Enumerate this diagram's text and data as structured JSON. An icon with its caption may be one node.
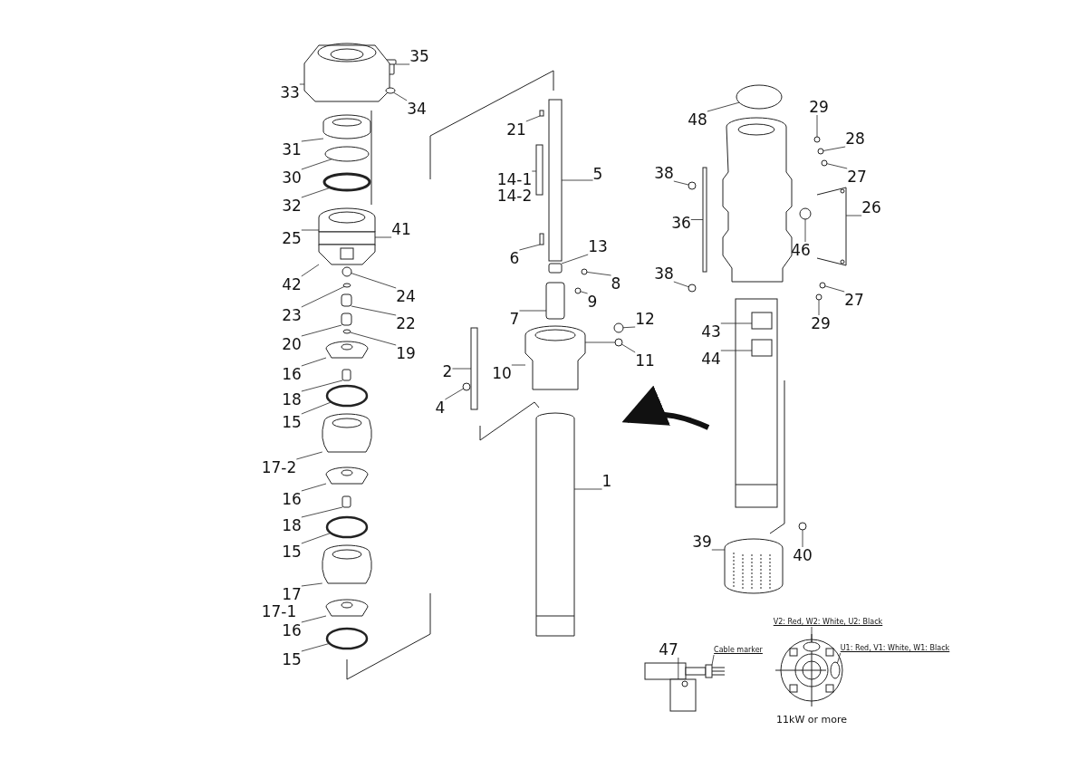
{
  "diagram": {
    "nodes": [
      {
        "text": [
          "35"
        ]
      },
      {
        "text": [
          "33"
        ]
      },
      {
        "text": [
          "34"
        ]
      },
      {
        "text": [
          "31"
        ]
      },
      {
        "text": [
          "30"
        ]
      },
      {
        "text": [
          "32"
        ]
      },
      {
        "text": [
          "25"
        ]
      },
      {
        "text": [
          "41"
        ]
      },
      {
        "text": [
          "42"
        ]
      },
      {
        "text": [
          "24"
        ]
      },
      {
        "text": [
          "23"
        ]
      },
      {
        "text": [
          "22"
        ]
      },
      {
        "text": [
          "20"
        ]
      },
      {
        "text": [
          "19"
        ]
      },
      {
        "text": [
          "16"
        ]
      },
      {
        "text": [
          "18"
        ]
      },
      {
        "text": [
          "15"
        ]
      },
      {
        "text": [
          "17-2"
        ]
      },
      {
        "text": [
          "16"
        ]
      },
      {
        "text": [
          "18"
        ]
      },
      {
        "text": [
          "15"
        ]
      },
      {
        "text": [
          "17"
        ]
      },
      {
        "text": [
          "16"
        ]
      },
      {
        "text": [
          "15"
        ]
      },
      {
        "text": [
          "21"
        ]
      },
      {
        "text": [
          "14-1",
          "14-2"
        ]
      },
      {
        "text": [
          "5"
        ]
      },
      {
        "text": [
          "6"
        ]
      },
      {
        "text": [
          "13"
        ]
      },
      {
        "text": [
          "8"
        ]
      },
      {
        "text": [
          "9"
        ]
      },
      {
        "text": [
          "7"
        ]
      },
      {
        "text": [
          "12"
        ]
      },
      {
        "text": [
          "10"
        ]
      },
      {
        "text": [
          "11"
        ]
      },
      {
        "text": [
          "2"
        ]
      },
      {
        "text": [
          "4"
        ]
      },
      {
        "text": [
          "1"
        ]
      },
      {
        "text": [
          "48"
        ]
      },
      {
        "text": [
          "29"
        ]
      },
      {
        "text": [
          "28"
        ]
      },
      {
        "text": [
          "27"
        ]
      },
      {
        "text": [
          "38"
        ]
      },
      {
        "text": [
          "36"
        ]
      },
      {
        "text": [
          "26"
        ]
      },
      {
        "text": [
          "46"
        ]
      },
      {
        "text": [
          "38"
        ]
      },
      {
        "text": [
          "27"
        ]
      },
      {
        "text": [
          "29"
        ]
      },
      {
        "text": [
          "43"
        ]
      },
      {
        "text": [
          "44"
        ]
      },
      {
        "text": [
          "39"
        ]
      },
      {
        "text": [
          "40"
        ]
      },
      {
        "text": [
          "47"
        ]
      },
      {
        "text": [
          "Cable marker"
        ]
      },
      {
        "text": [
          "V2: Red, W2: White, U2: Black"
        ]
      },
      {
        "text": [
          "U1: Red, V1: White, W1: Black"
        ]
      },
      {
        "text": [],
        "shape": "picture"
      },
      {
        "text": [],
        "shape": "picture"
      },
      {
        "text": [],
        "shape": "circle"
      },
      {
        "text": [],
        "shape": "picture"
      },
      {
        "text": [],
        "shape": "circle"
      },
      {
        "text": [],
        "shape": "circle"
      },
      {
        "text": [],
        "shape": "picture"
      },
      {
        "text": [],
        "shape": "box"
      },
      {
        "text": [],
        "shape": "picture"
      },
      {
        "text": [],
        "shape": "circle"
      },
      {
        "text": [],
        "shape": "circle"
      },
      {
        "text": [],
        "shape": "box"
      },
      {
        "text": [],
        "shape": "box"
      },
      {
        "text": [],
        "shape": "circle"
      },
      {
        "text": [],
        "shape": "picture"
      },
      {
        "text": [],
        "shape": "box"
      },
      {
        "text": [],
        "shape": "circle"
      },
      {
        "text": [],
        "shape": "picture"
      },
      {
        "text": [],
        "shape": "picture"
      },
      {
        "text": [],
        "shape": "box"
      },
      {
        "text": [],
        "shape": "circle"
      },
      {
        "text": [],
        "shape": "picture"
      },
      {
        "text": [],
        "shape": "picture"
      },
      {
        "text": [],
        "shape": "circle"
      },
      {
        "text": [],
        "shape": "box"
      },
      {
        "text": [],
        "shape": "box"
      },
      {
        "text": [],
        "shape": "box"
      },
      {
        "text": [],
        "shape": "box"
      },
      {
        "text": [],
        "shape": "box"
      },
      {
        "text": [],
        "shape": "circle"
      },
      {
        "text": [],
        "shape": "circle"
      },
      {
        "text": [],
        "shape": "box"
      },
      {
        "text": [],
        "shape": "circle"
      },
      {
        "text": [],
        "shape": "picture"
      },
      {
        "text": [],
        "shape": "circle"
      },
      {
        "text": [],
        "shape": "box"
      },
      {
        "text": [],
        "shape": "circle"
      },
      {
        "text": [],
        "shape": "picture"
      },
      {
        "text": [],
        "shape": "circle"
      },
      {
        "text": [],
        "shape": "circle"
      },
      {
        "text": [],
        "shape": "circle"
      },
      {
        "text": [],
        "shape": "circle"
      },
      {
        "text": [],
        "shape": "circle"
      },
      {
        "text": [],
        "shape": "box"
      },
      {
        "text": [],
        "shape": "picture"
      },
      {
        "text": [],
        "shape": "circle"
      },
      {
        "text": [],
        "shape": "circle"
      },
      {
        "text": [],
        "shape": "circle"
      },
      {
        "text": [],
        "shape": "circle"
      },
      {
        "text": [],
        "shape": "box"
      },
      {
        "text": [],
        "shape": "box"
      },
      {
        "text": [],
        "shape": "picture"
      },
      {
        "text": [],
        "shape": "circle"
      },
      {
        "text": [],
        "shape": "picture"
      },
      {
        "text": [],
        "shape": "box"
      },
      {
        "text": [],
        "shape": "circle"
      },
      {
        "text": [],
        "shape": "circle"
      }
    ],
    "edges": [
      {
        "from": 0,
        "to": 57,
        "arrow": "none"
      },
      {
        "from": 1,
        "to": 58,
        "arrow": "none"
      },
      {
        "from": 2,
        "to": 59,
        "arrow": "none"
      },
      {
        "from": 3,
        "to": 60,
        "arrow": "none"
      },
      {
        "from": 4,
        "to": 61,
        "arrow": "none"
      },
      {
        "from": 5,
        "to": 62,
        "arrow": "none"
      },
      {
        "from": 6,
        "to": 63,
        "arrow": "none"
      },
      {
        "from": 7,
        "to": 64,
        "arrow": "none"
      },
      {
        "from": 8,
        "to": 65,
        "arrow": "none"
      },
      {
        "from": 9,
        "to": 66,
        "arrow": "none"
      },
      {
        "from": 10,
        "to": 67,
        "arrow": "none"
      },
      {
        "from": 11,
        "to": 68,
        "arrow": "none"
      },
      {
        "from": 12,
        "to": 69,
        "arrow": "none"
      },
      {
        "from": 13,
        "to": 70,
        "arrow": "none"
      },
      {
        "from": 14,
        "to": 71,
        "arrow": "none"
      },
      {
        "from": 15,
        "to": 72,
        "arrow": "none"
      },
      {
        "from": 16,
        "to": 73,
        "arrow": "none"
      },
      {
        "from": 17,
        "to": 74,
        "arrow": "none"
      },
      {
        "from": 18,
        "to": 75,
        "arrow": "none"
      },
      {
        "from": 19,
        "to": 76,
        "arrow": "none"
      },
      {
        "from": 20,
        "to": 77,
        "arrow": "none"
      },
      {
        "from": 21,
        "to": 78,
        "arrow": "none"
      },
      {
        "from": 22,
        "to": 79,
        "arrow": "none"
      },
      {
        "from": 23,
        "to": 80,
        "arrow": "none"
      },
      {
        "from": 24,
        "to": 81,
        "arrow": "none"
      },
      {
        "from": 25,
        "to": 82,
        "arrow": "none"
      },
      {
        "from": 26,
        "to": 83,
        "arrow": "none"
      },
      {
        "from": 27,
        "to": 84,
        "arrow": "none"
      },
      {
        "from": 28,
        "to": 85,
        "arrow": "none"
      },
      {
        "from": 29,
        "to": 86,
        "arrow": "none"
      },
      {
        "from": 30,
        "to": 87,
        "arrow": "none"
      },
      {
        "from": 31,
        "to": 88,
        "arrow": "none"
      },
      {
        "from": 32,
        "to": 89,
        "arrow": "none"
      },
      {
        "from": 33,
        "to": 90,
        "arrow": "none"
      },
      {
        "from": 34,
        "to": 91,
        "arrow": "none"
      },
      {
        "from": 35,
        "to": 92,
        "arrow": "none"
      },
      {
        "from": 36,
        "to": 93,
        "arrow": "none"
      },
      {
        "from": 37,
        "to": 94,
        "arrow": "none"
      },
      {
        "from": 38,
        "to": 95,
        "arrow": "none"
      },
      {
        "from": 39,
        "to": 96,
        "arrow": "none"
      },
      {
        "from": 40,
        "to": 97,
        "arrow": "none"
      },
      {
        "from": 41,
        "to": 98,
        "arrow": "none"
      },
      {
        "from": 42,
        "to": 99,
        "arrow": "none"
      },
      {
        "from": 43,
        "to": 100,
        "arrow": "none"
      },
      {
        "from": 44,
        "to": 101,
        "arrow": "none"
      },
      {
        "from": 45,
        "to": 102,
        "arrow": "none"
      },
      {
        "from": 46,
        "to": 103,
        "arrow": "none"
      },
      {
        "from": 47,
        "to": 104,
        "arrow": "none"
      },
      {
        "from": 48,
        "to": 105,
        "arrow": "none"
      },
      {
        "from": 49,
        "to": 106,
        "arrow": "none"
      },
      {
        "from": 50,
        "to": 107,
        "arrow": "none"
      },
      {
        "from": 51,
        "to": 108,
        "arrow": "none"
      },
      {
        "from": 52,
        "to": 109,
        "arrow": "none"
      },
      {
        "from": 53,
        "to": 110,
        "arrow": "none"
      },
      {
        "from": 54,
        "to": 111,
        "arrow": "none"
      },
      {
        "from": 55,
        "to": 112,
        "arrow": "none"
      },
      {
        "from": 56,
        "to": 113,
        "arrow": "none"
      },
      {
        "from": 90,
        "to": 91,
        "arrow": "none"
      }
    ],
    "labels": [
      "17-1",
      "11kW or more"
    ]
  }
}
